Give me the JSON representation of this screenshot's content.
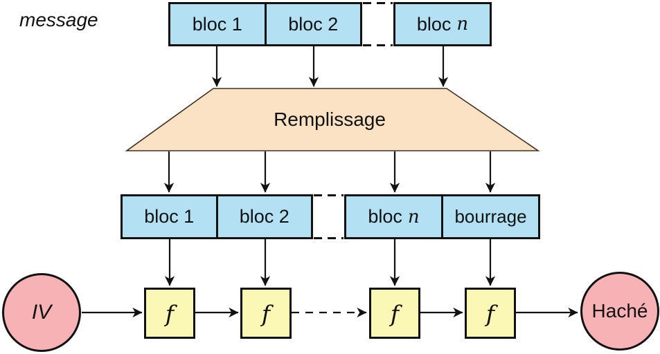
{
  "diagram": {
    "message_label": "message",
    "top_row": {
      "blocks": [
        {
          "label": "bloc 1"
        },
        {
          "label": "bloc 2"
        },
        {
          "label_prefix": "bloc",
          "label_var": "n"
        }
      ]
    },
    "padding_trapezoid": {
      "label": "Remplissage"
    },
    "second_row": {
      "blocks": [
        {
          "label": "bloc 1"
        },
        {
          "label": "bloc 2"
        },
        {
          "label_prefix": "bloc",
          "label_var": "n"
        },
        {
          "label": "bourrage"
        }
      ]
    },
    "compression": {
      "function_label": "f",
      "count": 4
    },
    "iv_node": {
      "label": "IV"
    },
    "output_node": {
      "label": "Haché"
    },
    "colors": {
      "block_fill": "#b3e1f3",
      "trapezoid_fill": "#fbe2c5",
      "function_fill": "#fbf7b5",
      "node_fill": "#f7b2b5",
      "stroke": "#111111"
    }
  }
}
